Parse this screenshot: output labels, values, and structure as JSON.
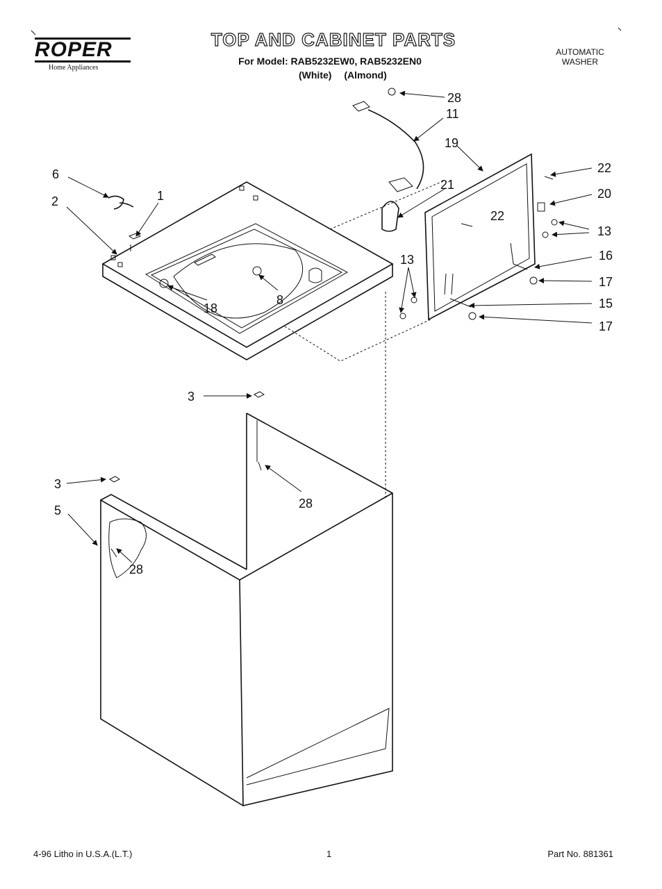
{
  "header": {
    "brand": "ROPER",
    "brand_tagline": "Home Appliances",
    "title": "TOP AND CABINET PARTS",
    "subtitle": "For Model: RAB5232EW0, RAB5232EN0",
    "variants": [
      "(White)",
      "(Almond)"
    ],
    "product_type": [
      "AUTOMATIC",
      "WASHER"
    ]
  },
  "callouts": [
    "28",
    "11",
    "19",
    "22",
    "20",
    "6",
    "1",
    "21",
    "2",
    "13",
    "16",
    "17",
    "8",
    "18",
    "15",
    "3",
    "5"
  ],
  "footer": {
    "left": "4-96 Litho in U.S.A.(L.T.)",
    "page": "1",
    "part_no": "Part No. 881361"
  }
}
